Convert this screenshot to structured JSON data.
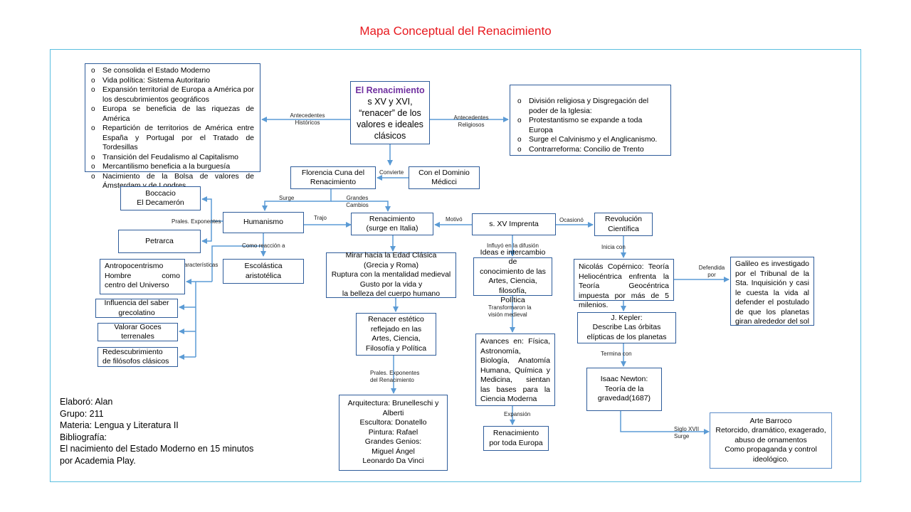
{
  "title": "Mapa Conceptual del Renacimiento",
  "center": {
    "heading": "El Renacimiento",
    "lines": [
      "s XV y XVI,",
      "“renacer” de los",
      "valores e ideales",
      "clásicos"
    ]
  },
  "antecedentes_historicos": {
    "label": [
      "Antecedentes",
      "Históricos"
    ],
    "items": [
      "Se consolida el Estado Moderno",
      "Vida política: Sistema Autoritario",
      "Expansión territorial de Europa a América por los descubrimientos geográficos",
      "Europa se beneficia de las riquezas de América",
      "Repartición de territorios de América entre España y Portugal por el Tratado de Tordesillas",
      "Transición del Feudalismo al Capitalismo",
      "Mercantilismo beneficia a la burguesía",
      "Nacimiento de la Bolsa de valores de Ámsterdam y de Londres"
    ]
  },
  "antecedentes_religiosos": {
    "label": [
      "Antecedentes",
      "Religiosos"
    ],
    "items": [
      "División religiosa y Disgregación del poder de la Iglesia:",
      "Protestantismo se expande a toda Europa",
      "Surge el Calvinismo y el Anglicanismo.",
      "Contrarreforma: Concilio de Trento"
    ]
  },
  "florencia": [
    "Florencia Cuna del",
    "Renacimiento"
  ],
  "convierte_label": "Convierte",
  "medicci": [
    "Con el Dominio",
    "Médicci"
  ],
  "surge_label": "Surge",
  "grandes_cambios_label": [
    "Grandes",
    "Cambios"
  ],
  "humanismo": "Humanismo",
  "trajo_label": "Trajo",
  "renacimiento_italia": [
    "Renacimiento",
    "(surge en Italia)"
  ],
  "motivo_label": "Motivó",
  "imprenta": "s. XV Imprenta",
  "ocasiono_label": "Ocasionó",
  "revolucion": [
    "Revolución",
    "Científica"
  ],
  "boccacio": [
    "Boccacio",
    "El Decamerón"
  ],
  "petrarca": "Petrarca",
  "prales_exponentes_label": "Prales. Exponentes",
  "como_reaccion_label": "Como reacción a",
  "escolastica": [
    "Escolástica",
    "aristotélica"
  ],
  "caracteristicas_label": "Características",
  "caracteristicas": [
    [
      "Antropocentrismo",
      "Hombre como",
      "centro del Universo"
    ],
    [
      "Influencia del saber",
      "grecolatino"
    ],
    [
      "Valorar Goces",
      "terrenales"
    ],
    [
      "Redescubrimiento",
      "de filósofos clásicos"
    ]
  ],
  "mirar": [
    "Mirar hacia la Edad Clásica",
    "(Grecia y Roma)",
    "Ruptura con la mentalidad medieval",
    "Gusto por la vida y",
    "la belleza del cuerpo humano"
  ],
  "renacer_estetico": [
    "Renacer estético",
    "reflejado en las",
    "Artes, Ciencia,",
    "Filosofía y Política"
  ],
  "prales_exponentes_ren_label": [
    "Prales. Exponentes",
    "del Renacimiento"
  ],
  "exponentes": [
    "Arquitectura: Brunelleschi y",
    "Alberti",
    "Escultora: Donatello",
    "Pintura: Rafael",
    "Grandes Genios:",
    "Miguel Ángel",
    "Leonardo Da Vinci"
  ],
  "influyo_label": "Influyó en la difusión",
  "ideas": [
    "Ideas e intercambio de",
    "conocimiento de las",
    "Artes, Ciencia, filosofía,",
    "Política"
  ],
  "transformaron_label": [
    "Transformaron la",
    "visión medieval"
  ],
  "avances": "Avances en: Física, Astronomía, Biología, Anatomía Humana, Química y Medicina, sientan las bases para la Ciencia Moderna",
  "expansion_label": "Expansión",
  "renacimiento_europa": [
    "Renacimiento",
    "por toda Europa"
  ],
  "inicia_label": "Inicia con",
  "copernico": "Nicolás Copérnico: Teoría Heliocéntrica enfrenta la Teoría Geocéntrica impuesta por más de 5 milenios.",
  "defendida_label": [
    "Defendida",
    "por"
  ],
  "galileo": "Galileo es investigado por el Tribunal de la Sta. Inquisición y casi le cuesta la vida al defender el postulado de que los planetas giran alrededor del sol",
  "kepler": [
    "J. Kepler:",
    "Describe Las órbitas",
    "elípticas de los planetas"
  ],
  "termina_label": "Termina con",
  "newton": [
    "Isaac Newton:",
    "Teoría de la",
    "gravedad(1687)"
  ],
  "siglo_label": [
    "Siglo XVII",
    "Surge"
  ],
  "barroco": [
    "Arte Barroco",
    "Retorcido, dramático, exagerado,",
    "abuso de ornamentos",
    "Como propaganda y control",
    "ideológico."
  ],
  "credits": [
    "Elaboró: Alan",
    "Grupo: 211",
    "Materia: Lengua y  Literatura II",
    "Bibliografía:",
    "El nacimiento del Estado Moderno en 15 minutos",
    "por Academia Play."
  ],
  "colors": {
    "title": "#e8191f",
    "frame": "#5bbfe0",
    "box_border": "#2e5c9a",
    "arrow": "#5b9bd5",
    "center_heading": "#7030a0"
  }
}
